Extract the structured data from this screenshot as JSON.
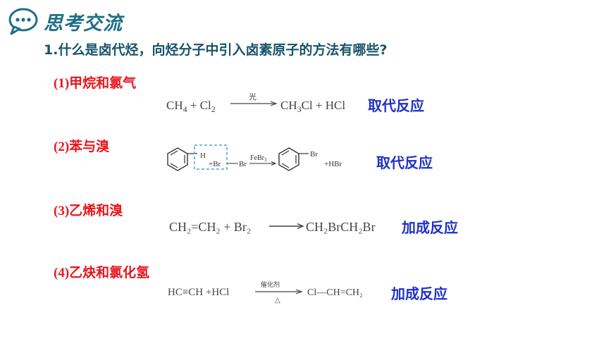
{
  "header": {
    "title": "思考交流",
    "icon": "speech-bubble-icon",
    "accent": "#1d6f86"
  },
  "question": "1.什么是卤代烃，向烃分子中引入卤素原子的方法有哪些?",
  "cases": [
    {
      "num": "(1)",
      "label": "甲烷和氯气",
      "equation": {
        "left_parts": [
          "CH",
          "4",
          " + Cl",
          "2"
        ],
        "condition": "光",
        "right_parts": [
          "CH",
          "3",
          "Cl + HCl"
        ]
      },
      "reaction_type": "取代反应"
    },
    {
      "num": "(2)",
      "label": "苯与溴",
      "equation": {
        "h": "H",
        "plus_br": "+Br",
        "br": "Br",
        "catalyst": "FeBr",
        "catalyst_sub": "3",
        "product_br": "Br",
        "plus_hbr": "+HBr"
      },
      "reaction_type": "取代反应"
    },
    {
      "num": "(3)",
      "label": "乙烯和溴",
      "equation": {
        "left": "CH₂=CH₂ + Br₂",
        "right": "CH₂BrCH₂Br"
      },
      "reaction_type": "加成反应"
    },
    {
      "num": "(4)",
      "label": "乙炔和氯化氢",
      "equation": {
        "left": "HC≡CH  +HCl",
        "condition_top": "催化剂",
        "condition_bottom": "△",
        "right": "Cl—CH=CH₂"
      },
      "reaction_type": "加成反应"
    }
  ],
  "colors": {
    "label_red": "#e8161c",
    "reaction_blue": "#2030c8",
    "question_dark": "#17546a",
    "dashed_box": "#4da3d8"
  }
}
